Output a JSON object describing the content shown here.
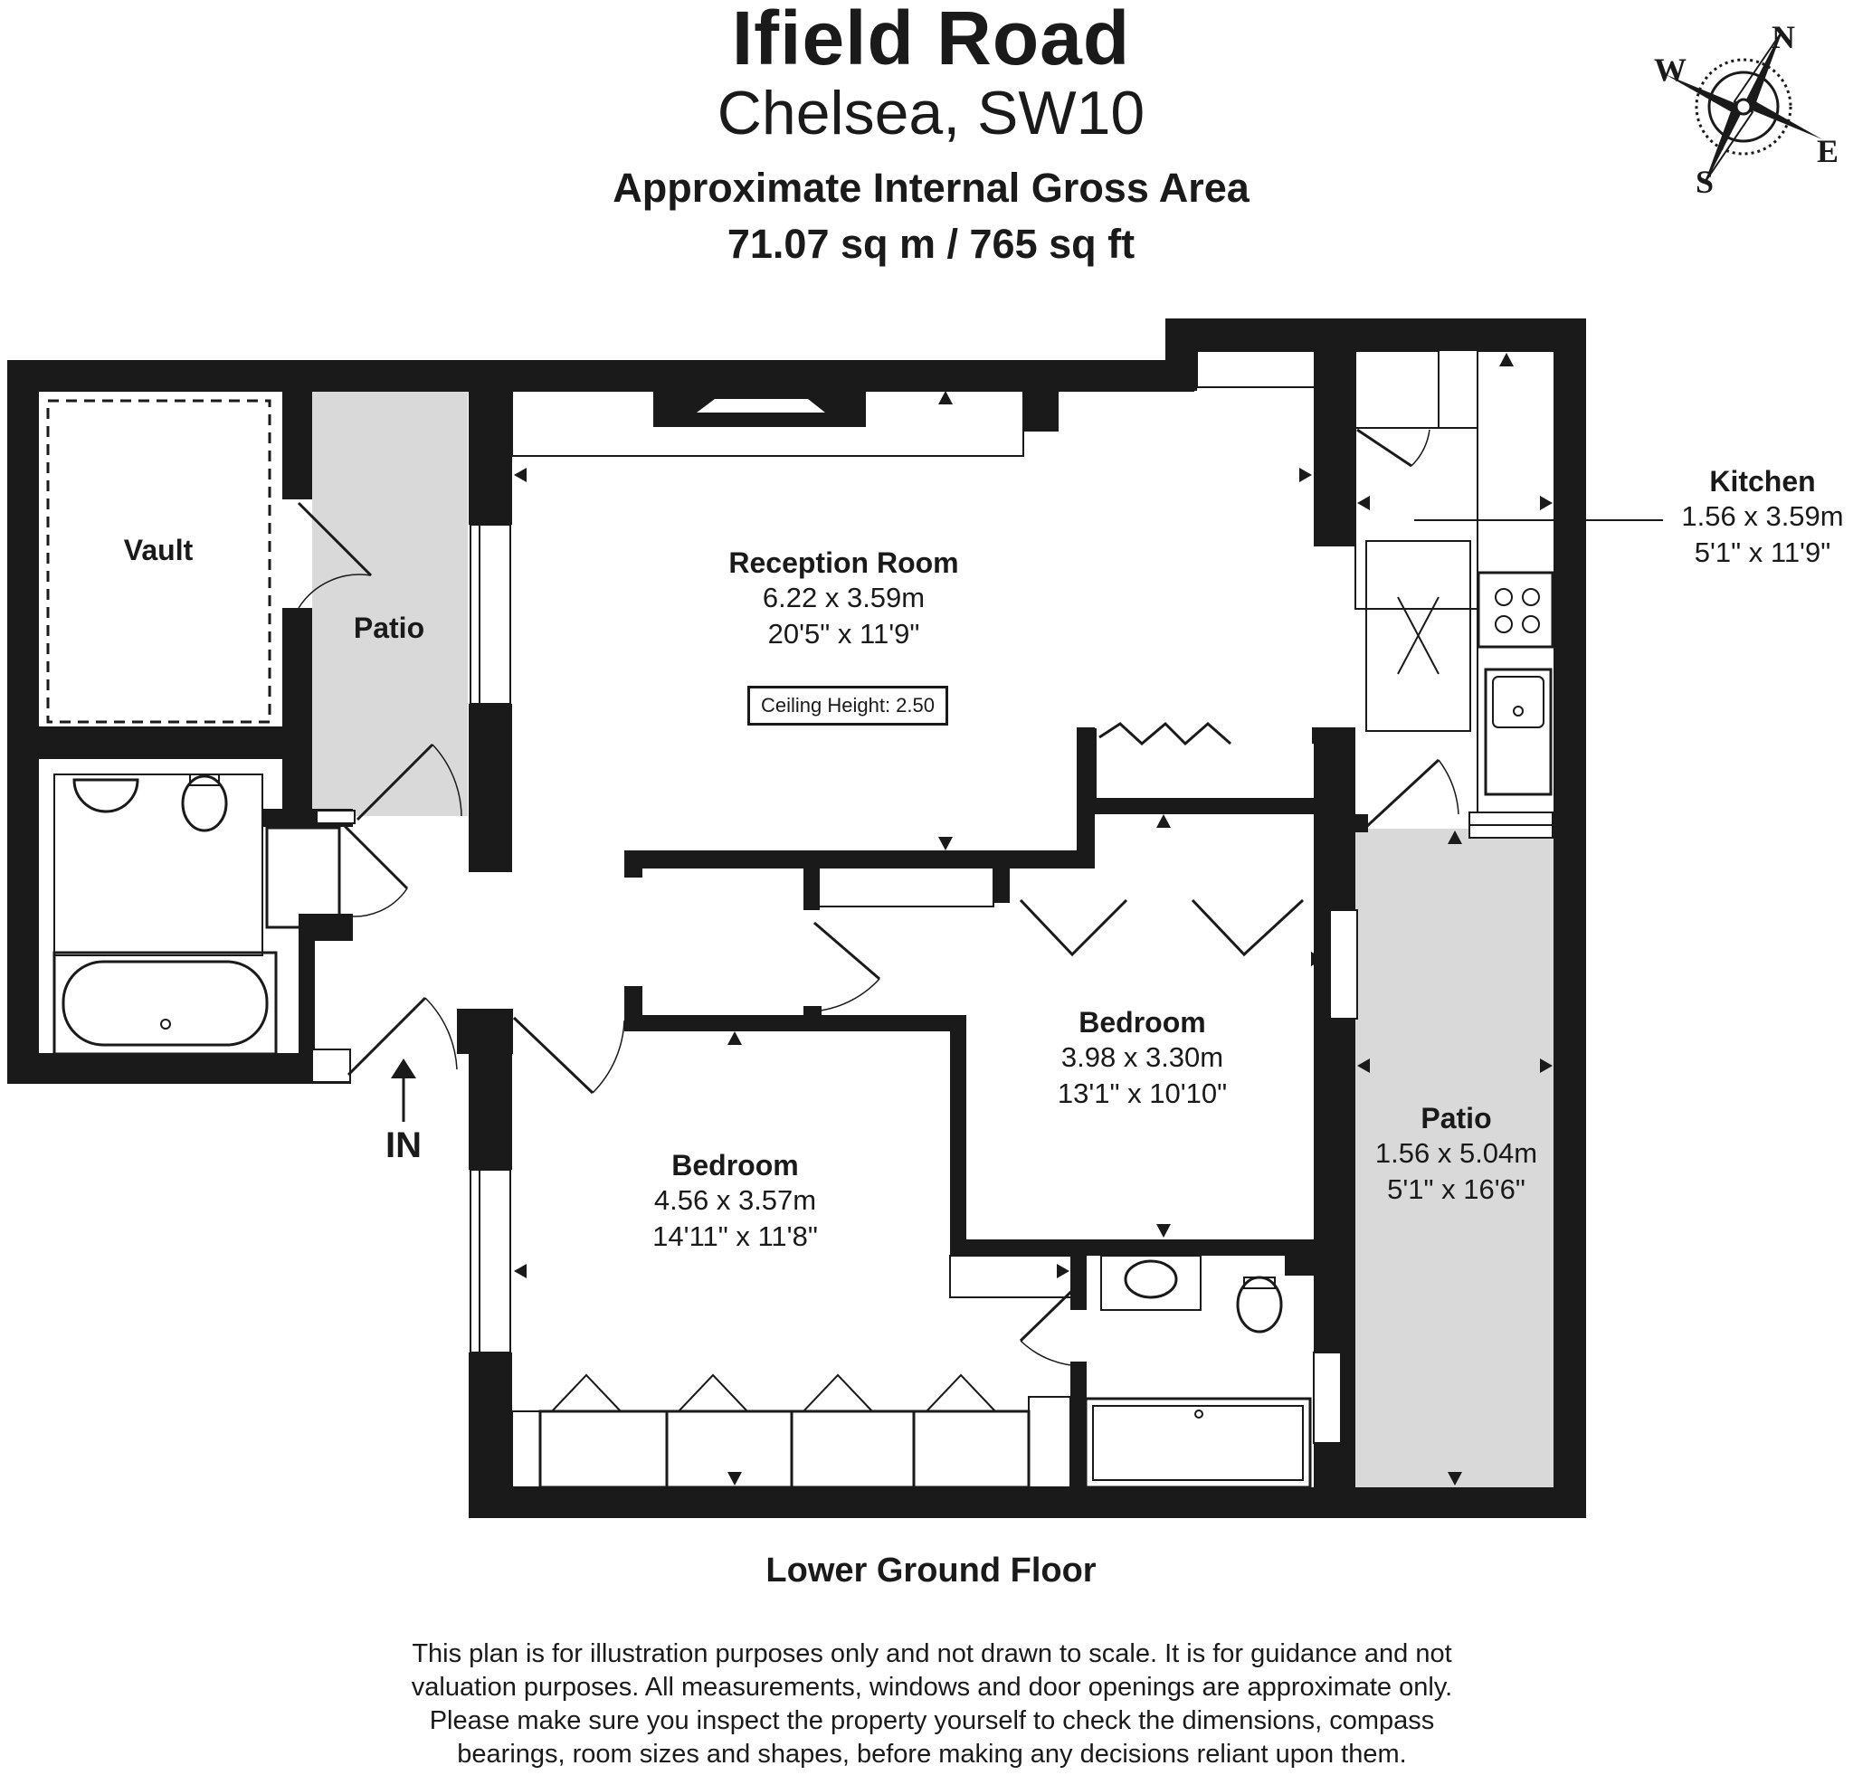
{
  "header": {
    "title": "Ifield Road",
    "subtitle": "Chelsea, SW10",
    "area_label": "Approximate Internal Gross Area",
    "area_value": "71.07 sq m / 765 sq ft"
  },
  "compass": {
    "n": "N",
    "s": "S",
    "e": "E",
    "w": "W"
  },
  "rooms": {
    "vault": {
      "name": "Vault"
    },
    "patio_left": {
      "name": "Patio"
    },
    "reception": {
      "name": "Reception Room",
      "metric": "6.22 x 3.59m",
      "imperial": "20'5\" x 11'9\""
    },
    "ceiling_height": "Ceiling Height: 2.50",
    "kitchen": {
      "name": "Kitchen",
      "metric": "1.56 x 3.59m",
      "imperial": "5'1\" x 11'9\""
    },
    "bedroom_right": {
      "name": "Bedroom",
      "metric": "3.98 x 3.30m",
      "imperial": "13'1\" x 10'10\""
    },
    "bedroom_left": {
      "name": "Bedroom",
      "metric": "4.56 x 3.57m",
      "imperial": "14'11\" x 11'8\""
    },
    "patio_right": {
      "name": "Patio",
      "metric": "1.56 x 5.04m",
      "imperial": "5'1\" x 16'6\""
    }
  },
  "entrance_label": "IN",
  "floor_name": "Lower Ground Floor",
  "disclaimer": [
    "This plan is for illustration purposes only and not drawn to scale. It is for guidance and not",
    "valuation purposes. All measurements, windows and door openings are approximate only.",
    "Please make sure you inspect the property yourself to check the dimensions, compass",
    "bearings, room sizes and shapes, before making any decisions reliant upon them."
  ],
  "colors": {
    "wall": "#1a1a1a",
    "patio_fill": "#d9d9d9",
    "background": "#ffffff"
  }
}
